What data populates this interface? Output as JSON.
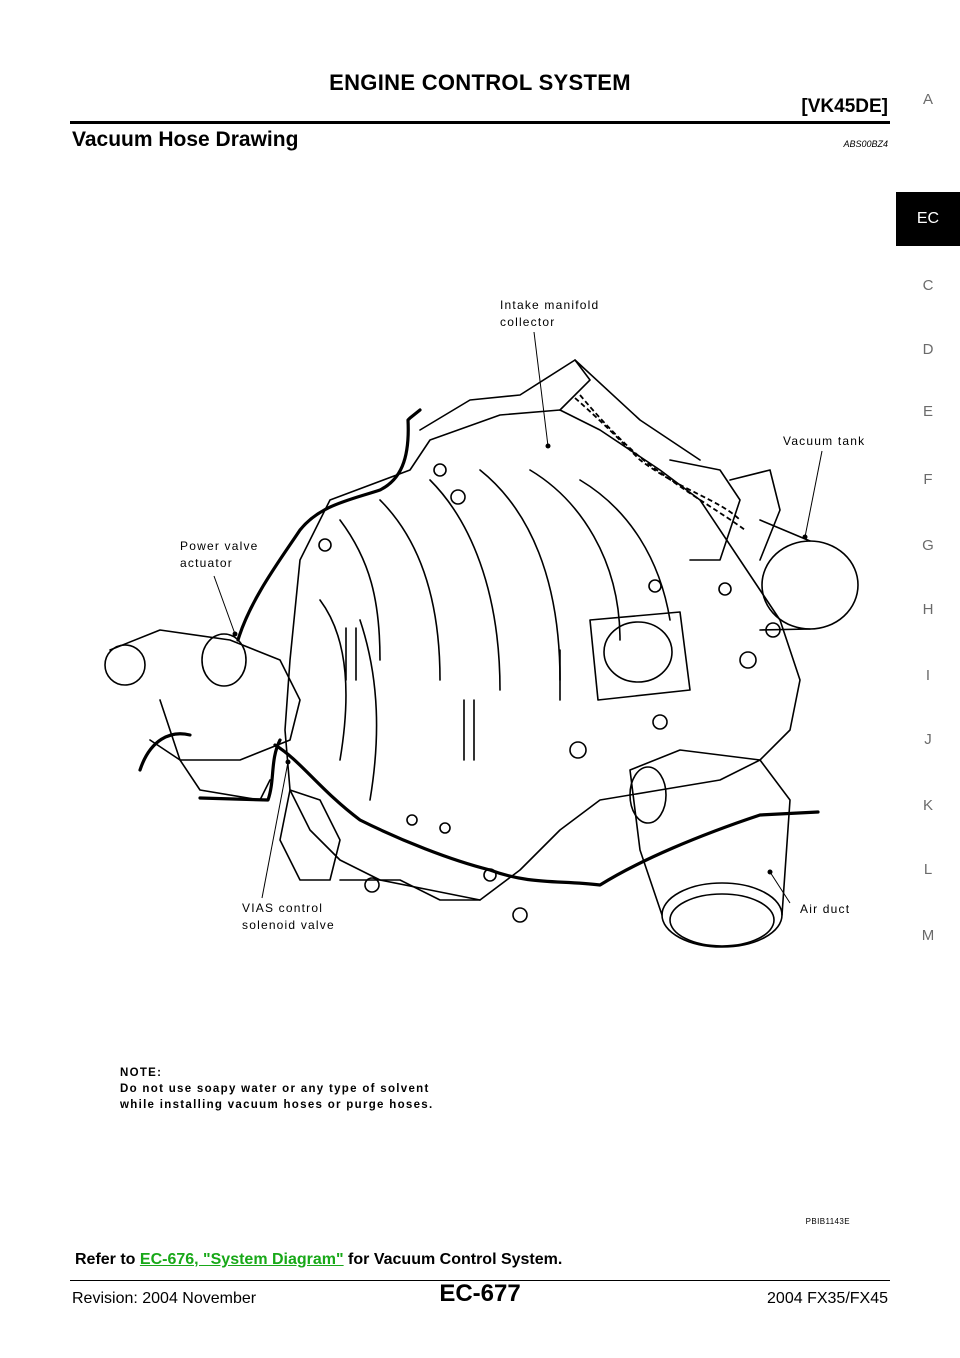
{
  "header": {
    "title": "ENGINE CONTROL SYSTEM",
    "subtitle": "[VK45DE]"
  },
  "section": {
    "title": "Vacuum Hose Drawing",
    "code": "ABS00BZ4"
  },
  "side_tabs": [
    "A",
    "EC",
    "C",
    "D",
    "E",
    "F",
    "G",
    "H",
    "I",
    "J",
    "K",
    "L",
    "M"
  ],
  "active_tab": "EC",
  "figure": {
    "labels": {
      "intake_line1": "Intake manifold",
      "intake_line2": "collector",
      "vacuum_tank": "Vacuum tank",
      "power_line1": "Power valve",
      "power_line2": "actuator",
      "vias_line1": "VIAS control",
      "vias_line2": "solenoid valve",
      "air_duct": "Air duct"
    },
    "note": {
      "heading": "NOTE:",
      "line1": "Do not use soapy water or any type of solvent",
      "line2": "while installing vacuum hoses or purge hoses."
    },
    "figure_id": "PBIB1143E"
  },
  "refer": {
    "prefix": "Refer to ",
    "link": "EC-676, \"System Diagram\"",
    "suffix": "  for Vacuum Control System."
  },
  "footer": {
    "revision": "Revision: 2004 November",
    "page": "EC-677",
    "model": "2004 FX35/FX45"
  }
}
